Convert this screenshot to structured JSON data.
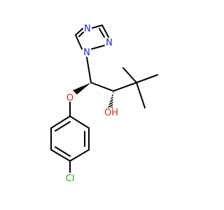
{
  "atoms": {
    "triazole_n1": "N",
    "triazole_n2": "N",
    "triazole_n4": "N",
    "ether_oxygen": "O",
    "hydroxyl_oh": "OH",
    "chlorine": "Cl"
  },
  "colors": {
    "bond": "#000000",
    "nitrogen": "#1f1fe0",
    "oxygen": "#e01f1f",
    "chlorine": "#2aa52a",
    "background": "#ffffff"
  }
}
